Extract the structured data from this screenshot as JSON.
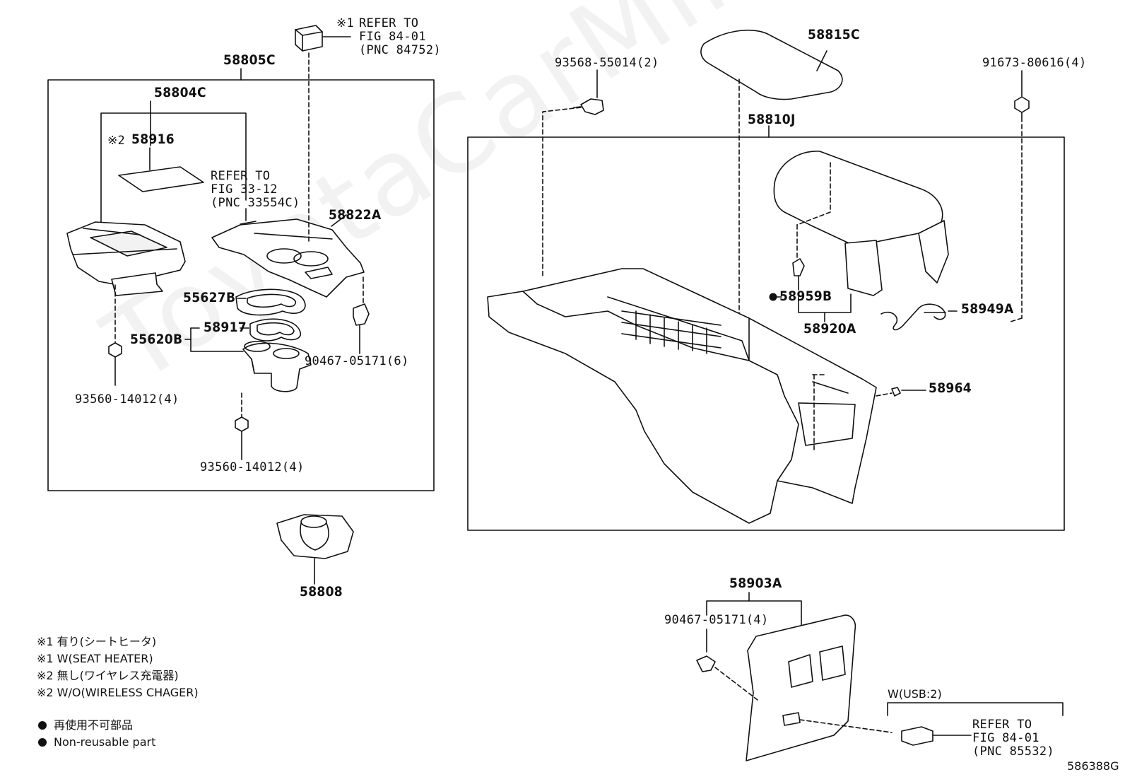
{
  "watermark": "ToyotaCarMine.ru",
  "diagram_id": "586388G",
  "labels": {
    "p58805C": "58805C",
    "p58804C": "58804C",
    "p58916": "58916",
    "p58916_mark": "※2",
    "refer_33": "REFER TO\nFIG 33-12\n(PNC 33554C)",
    "refer_84_top_mark": "※1",
    "refer_84_top": "REFER TO\nFIG 84-01\n(PNC 84752)",
    "p58822A": "58822A",
    "p55627B": "55627B",
    "p58917": "58917",
    "p55620B": "55620B",
    "p90467_6": "90467-05171(6)",
    "p93560_a": "93560-14012(4)",
    "p93560_b": "93560-14012(4)",
    "p58808": "58808",
    "p93568": "93568-55014(2)",
    "p58815C": "58815C",
    "p91673": "91673-80616(4)",
    "p58810J": "58810J",
    "p58959B": "58959B",
    "p58920A": "58920A",
    "p58949A": "58949A",
    "p58964": "58964",
    "p58903A": "58903A",
    "p90467_4": "90467-05171(4)",
    "usb_label": "W(USB:2)",
    "refer_84_bottom": "REFER TO\nFIG 84-01\n(PNC 85532)"
  },
  "notes": [
    "※1 有り(シートヒータ)",
    "※1 W(SEAT HEATER)",
    "※2 無し(ワイヤレス充電器)",
    "※2 W/O(WIRELESS CHAGER)"
  ],
  "legend": {
    "symbol": "●",
    "jp": "再使用不可部品",
    "en": "Non-reusable part"
  }
}
